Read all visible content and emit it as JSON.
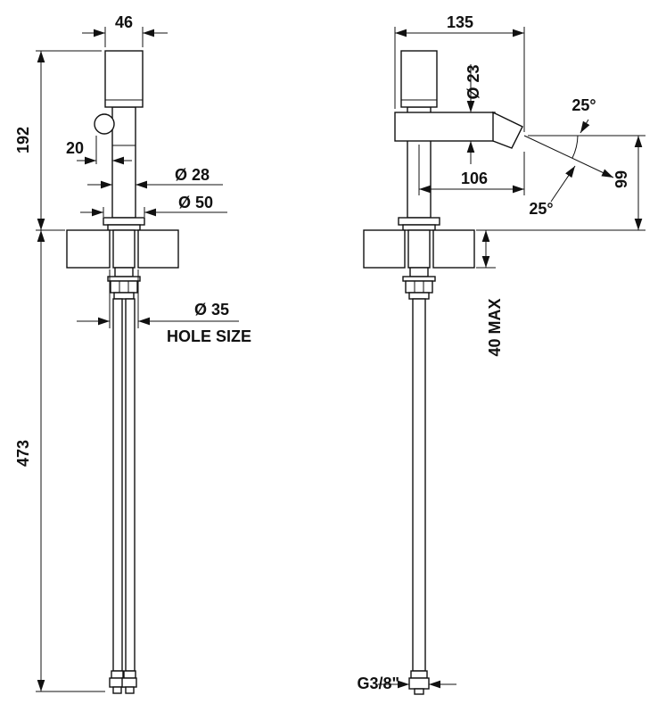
{
  "drawing": {
    "colors": {
      "line": "#111111",
      "background": "#ffffff"
    },
    "front": {
      "top_width": "46",
      "body_height": "192",
      "handle_offset": "20",
      "body_diameter": "Ø 28",
      "flange_diameter": "Ø 50",
      "hole_diameter": "Ø 35",
      "hole_label": "HOLE SIZE",
      "hose_length": "473"
    },
    "side": {
      "top_depth": "135",
      "spout_diameter": "Ø 23",
      "spout_reach": "106",
      "angle_upper": "25°",
      "angle_lower": "25°",
      "spout_height": "99",
      "counter_max": "40 MAX",
      "thread_size": "G3/8\""
    }
  }
}
